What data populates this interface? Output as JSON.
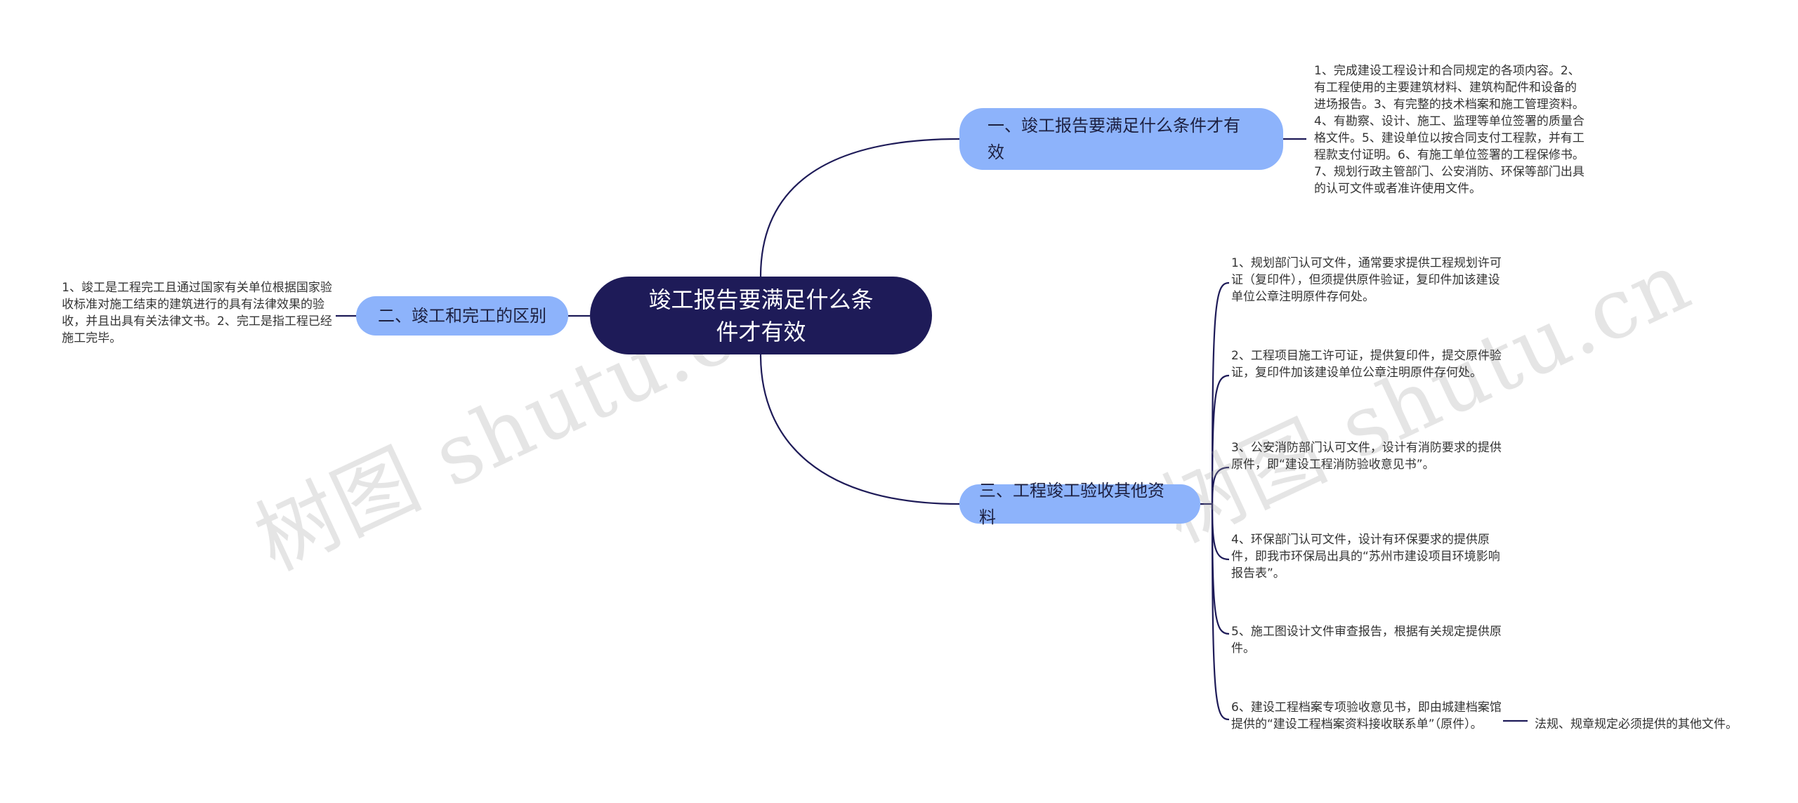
{
  "watermark": {
    "left_text": "树图 shutu.cn",
    "right_text": "树图 shutu.cn"
  },
  "colors": {
    "root_bg": "#1e1b58",
    "branch_bg": "#8db3fb",
    "line": "#1e1b58",
    "leaf_text": "#333333"
  },
  "root": {
    "title": "竣工报告要满足什么条件才有效"
  },
  "branches": [
    {
      "title": "一、竣工报告要满足什么条件才有效",
      "leaves": [
        "1、完成建设工程设计和合同规定的各项内容。2、有工程使用的主要建筑材料、建筑构配件和设备的进场报告。3、有完整的技术档案和施工管理资料。4、有勘察、设计、施工、监理等单位签署的质量合格文件。5、建设单位以按合同支付工程款，并有工程款支付证明。6、有施工单位签署的工程保修书。7、规划行政主管部门、公安消防、环保等部门出具的认可文件或者准许使用文件。"
      ]
    },
    {
      "title": "二、竣工和完工的区别",
      "leaves": [
        "1、竣工是工程完工且通过国家有关单位根据国家验收标准对施工结束的建筑进行的具有法律效果的验收，并且出具有关法律文书。2、完工是指工程已经施工完毕。"
      ]
    },
    {
      "title": "三、工程竣工验收其他资料",
      "leaves": [
        "1、规划部门认可文件，通常要求提供工程规划许可证（复印件），但须提供原件验证，复印件加该建设单位公章注明原件存何处。",
        "2、工程项目施工许可证，提供复印件，提交原件验证，复印件加该建设单位公章注明原件存何处。",
        "3、公安消防部门认可文件，设计有消防要求的提供原件，即“建设工程消防验收意见书”。",
        "4、环保部门认可文件，设计有环保要求的提供原件，即我市环保局出具的“苏州市建设项目环境影响报告表”。",
        "5、施工图设计文件审查报告，根据有关规定提供原件。",
        "6、建设工程档案专项验收意见书，即由城建档案馆提供的“建设工程档案资料接收联系单”（原件）。"
      ],
      "sub_leaf": "法规、规章规定必须提供的其他文件。"
    }
  ]
}
